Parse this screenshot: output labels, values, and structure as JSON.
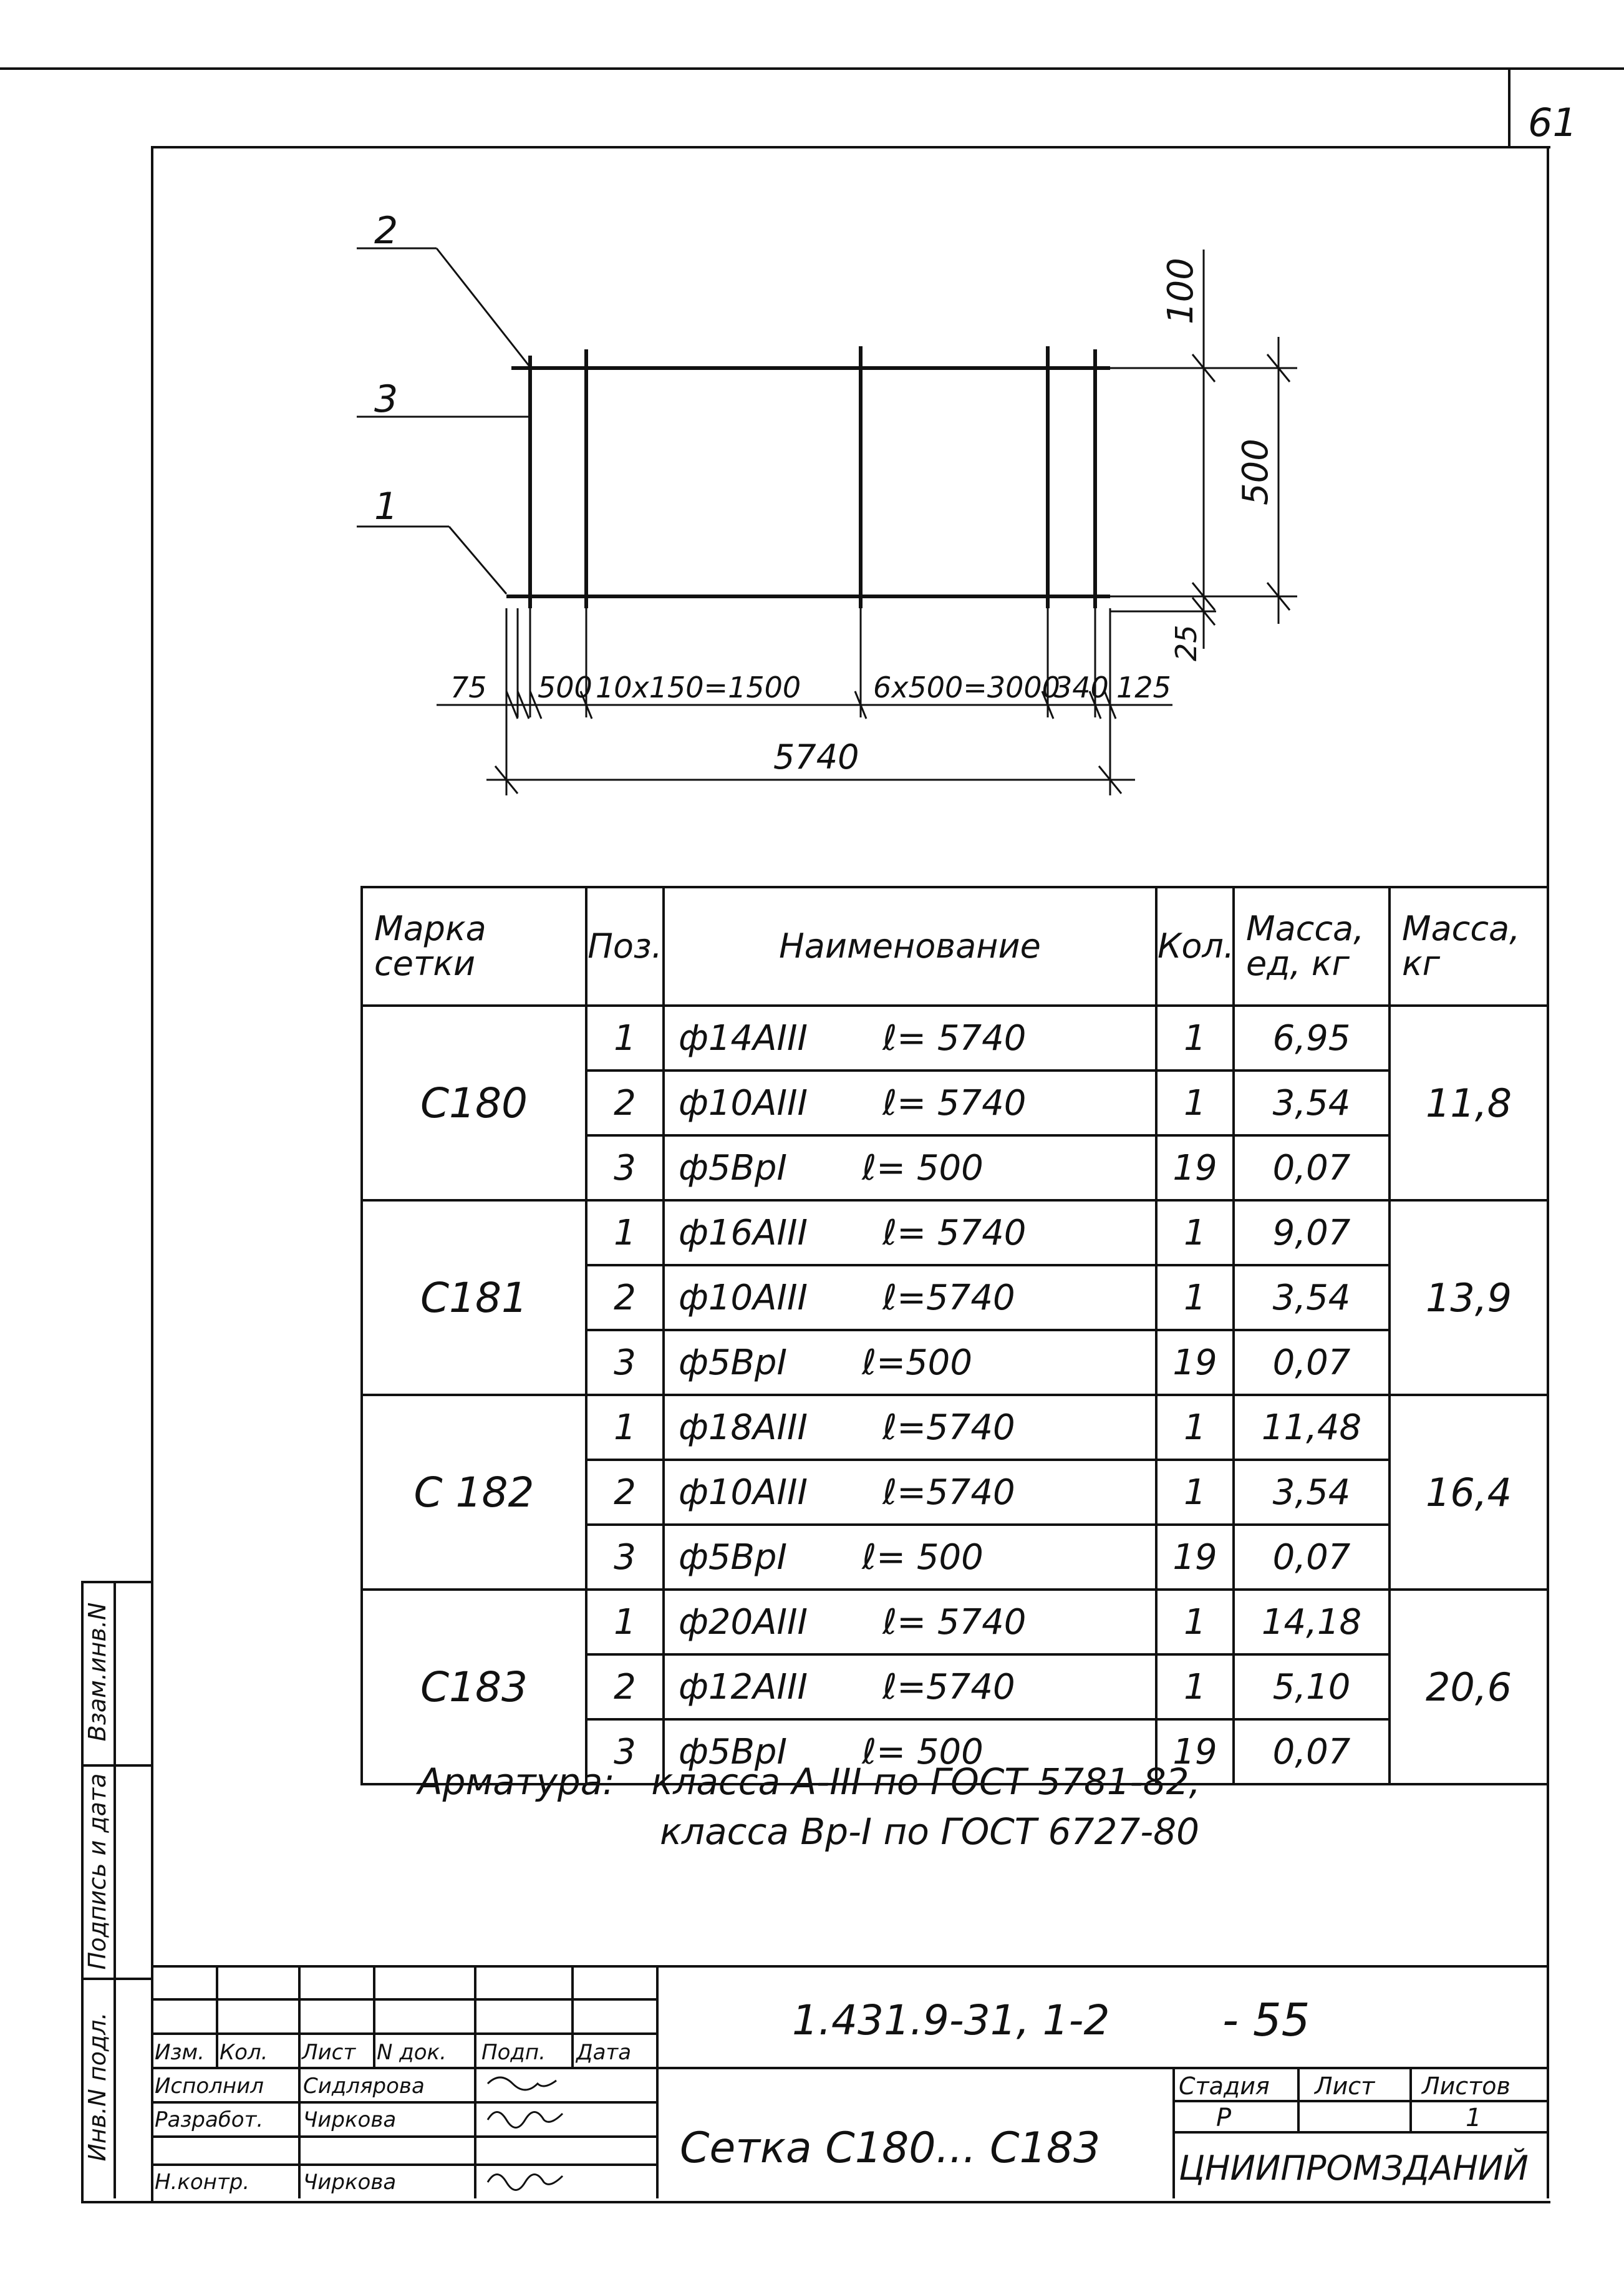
{
  "sheet": {
    "page_number": "61"
  },
  "drawing": {
    "positions": [
      "1",
      "2",
      "3"
    ],
    "dim_top": "100",
    "dim_height": "500",
    "dim_bottom": "25",
    "dims_bottom_chain": [
      "75",
      "500",
      "10x150=1500",
      "6x500=3000",
      "340",
      "125"
    ],
    "dim_total": "5740"
  },
  "table": {
    "headers": {
      "mark": "Марка сетки",
      "pos": "Поз.",
      "name": "Наименование",
      "qty": "Кол.",
      "unit_mass": "Масса, ед, кг",
      "mass": "Масса, кг"
    },
    "groups": [
      {
        "mark": "С180",
        "total": "11,8",
        "rows": [
          {
            "pos": "1",
            "name": "ф14АIII",
            "len": "ℓ= 5740",
            "qty": "1",
            "unit_mass": "6,95"
          },
          {
            "pos": "2",
            "name": "ф10АIII",
            "len": "ℓ= 5740",
            "qty": "1",
            "unit_mass": "3,54"
          },
          {
            "pos": "3",
            "name": "ф5ВрI",
            "len": "ℓ= 500",
            "qty": "19",
            "unit_mass": "0,07"
          }
        ]
      },
      {
        "mark": "С181",
        "total": "13,9",
        "rows": [
          {
            "pos": "1",
            "name": "ф16АIII",
            "len": "ℓ= 5740",
            "qty": "1",
            "unit_mass": "9,07"
          },
          {
            "pos": "2",
            "name": "ф10АIII",
            "len": "ℓ=5740",
            "qty": "1",
            "unit_mass": "3,54"
          },
          {
            "pos": "3",
            "name": "ф5ВрI",
            "len": "ℓ=500",
            "qty": "19",
            "unit_mass": "0,07"
          }
        ]
      },
      {
        "mark": "С 182",
        "total": "16,4",
        "rows": [
          {
            "pos": "1",
            "name": "ф18АIII",
            "len": "ℓ=5740",
            "qty": "1",
            "unit_mass": "11,48"
          },
          {
            "pos": "2",
            "name": "ф10АIII",
            "len": "ℓ=5740",
            "qty": "1",
            "unit_mass": "3,54"
          },
          {
            "pos": "3",
            "name": "ф5ВрI",
            "len": "ℓ= 500",
            "qty": "19",
            "unit_mass": "0,07"
          }
        ]
      },
      {
        "mark": "С183",
        "total": "20,6",
        "rows": [
          {
            "pos": "1",
            "name": "ф20АIII",
            "len": "ℓ= 5740",
            "qty": "1",
            "unit_mass": "14,18"
          },
          {
            "pos": "2",
            "name": "ф12АIII",
            "len": "ℓ=5740",
            "qty": "1",
            "unit_mass": "5,10"
          },
          {
            "pos": "3",
            "name": "ф5ВрI",
            "len": "ℓ= 500",
            "qty": "19",
            "unit_mass": "0,07"
          }
        ]
      }
    ]
  },
  "notes": {
    "label": "Арматура:",
    "line1": "класса А-III по ГОСТ 5781-82,",
    "line2": "класса Вр-I по ГОСТ 6727-80"
  },
  "title_block": {
    "doc_code": "1.431.9-31, 1-2",
    "sheet_code": "- 55",
    "title": "Сетка С180... С183",
    "org": "ЦНИИПРОМЗДАНИЙ",
    "stage_label": "Стадия",
    "stage": "Р",
    "sheet_label": "Лист",
    "sheets_label": "Листов",
    "sheets": "1",
    "cols": [
      "Изм.",
      "Кол.",
      "Лист",
      "N док.",
      "Подп.",
      "Дата"
    ],
    "roles": [
      {
        "role": "Исполнил",
        "name": "Сидлярова"
      },
      {
        "role": "Разработ.",
        "name": "Чиркова"
      },
      {
        "role": "",
        "name": ""
      },
      {
        "role": "Н.контр.",
        "name": "Чиркова"
      }
    ],
    "side_labels": [
      "Инв.N подл.",
      "Подпись и дата",
      "Взам.инв.N"
    ]
  }
}
